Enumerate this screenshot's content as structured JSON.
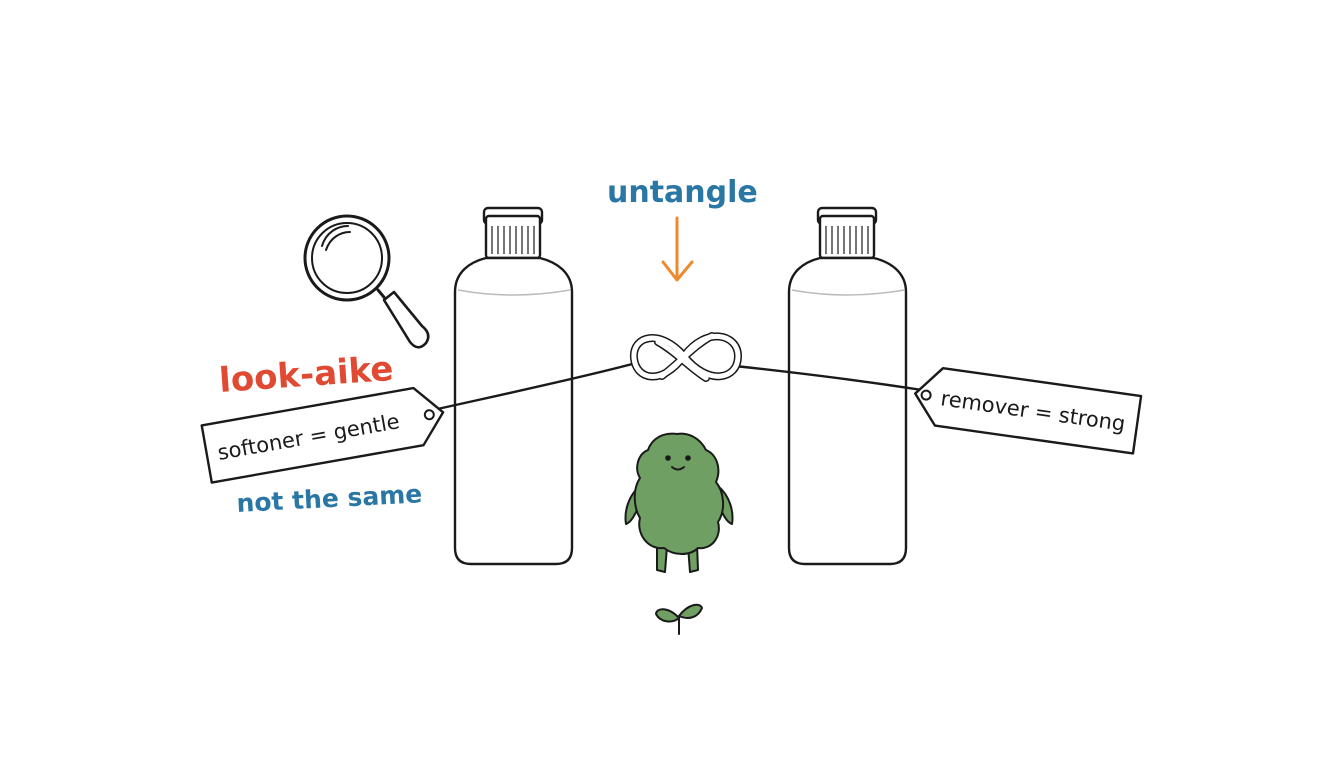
{
  "labels": {
    "untangle": "untangle",
    "look_alike": "look-aike",
    "not_same": "not the same"
  },
  "tags": {
    "left": "softoner = gentle",
    "right": "remover = strong"
  },
  "colors": {
    "red": "#e04a32",
    "blue": "#2a77a6",
    "orange": "#ee8a2e",
    "green": "#6f9f63",
    "ink": "#1a1a1a"
  },
  "icons": {
    "magnifier": "magnifying-glass-icon",
    "knot": "knot-icon",
    "arrow": "arrow-down-icon",
    "sprout": "sprout-icon",
    "mascot": "green-blob-mascot"
  }
}
